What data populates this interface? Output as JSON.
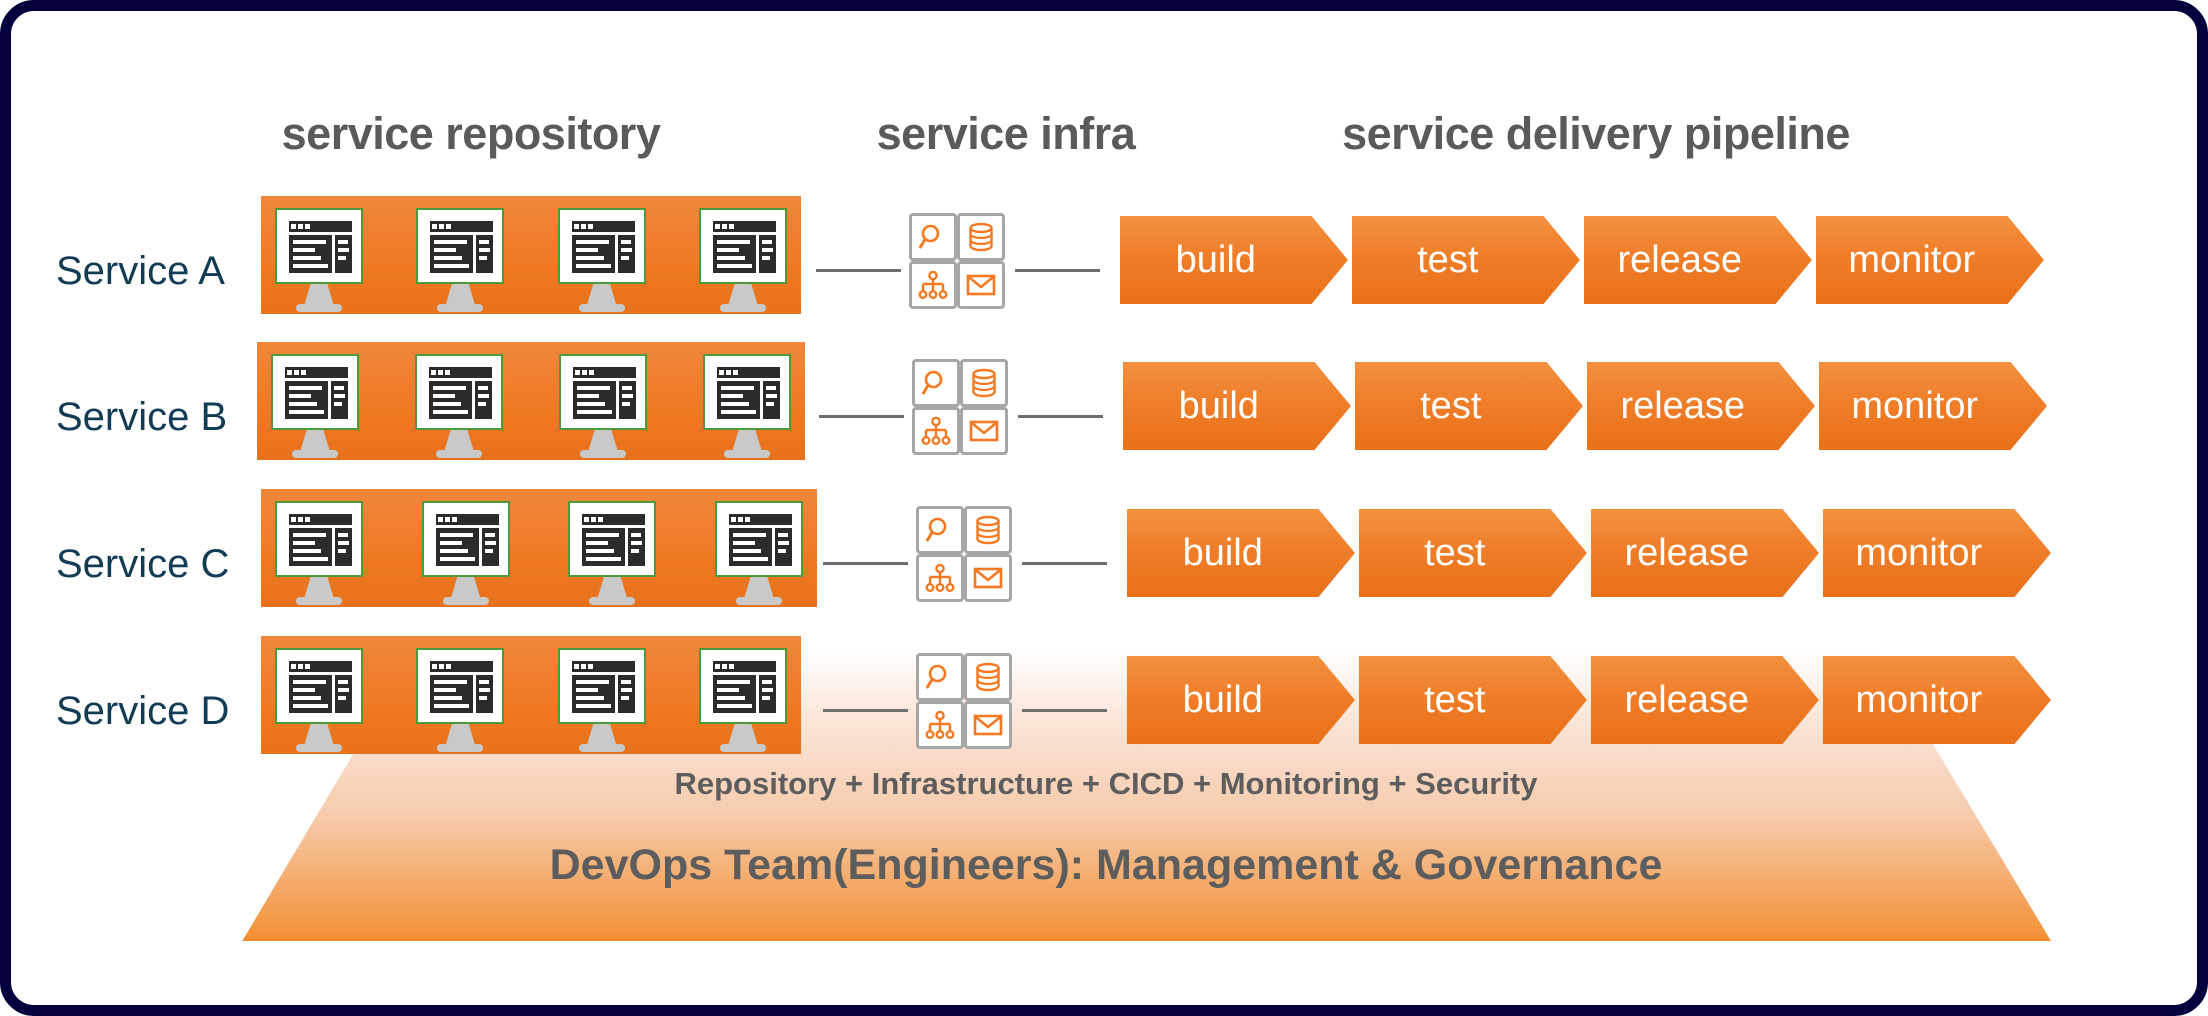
{
  "frame": {
    "border_color": "#04003c",
    "background": "#ffffff"
  },
  "columns": {
    "repository_title": "service repository",
    "infra_title": "service infra",
    "pipeline_title": "service delivery pipeline",
    "title_color": "#5a5a5a"
  },
  "services": [
    {
      "label": "Service A",
      "repository": {
        "monitor_count": 4,
        "band_color": "#ef7a24",
        "monitor_border_color": "#4e9a3a"
      },
      "infra_icons": [
        "search-icon",
        "database-icon",
        "sitemap-icon",
        "mail-icon"
      ],
      "pipeline": [
        "build",
        "test",
        "release",
        "monitor"
      ]
    },
    {
      "label": "Service B",
      "repository": {
        "monitor_count": 4,
        "band_color": "#ef7a24",
        "monitor_border_color": "#4e9a3a"
      },
      "infra_icons": [
        "search-icon",
        "database-icon",
        "sitemap-icon",
        "mail-icon"
      ],
      "pipeline": [
        "build",
        "test",
        "release",
        "monitor"
      ]
    },
    {
      "label": "Service C",
      "repository": {
        "monitor_count": 4,
        "band_color": "#ef7a24",
        "monitor_border_color": "#4e9a3a"
      },
      "infra_icons": [
        "search-icon",
        "database-icon",
        "sitemap-icon",
        "mail-icon"
      ],
      "pipeline": [
        "build",
        "test",
        "release",
        "monitor"
      ]
    },
    {
      "label": "Service D",
      "repository": {
        "monitor_count": 4,
        "band_color": "#ef7a24",
        "monitor_border_color": "#4e9a3a"
      },
      "infra_icons": [
        "search-icon",
        "database-icon",
        "sitemap-icon",
        "mail-icon"
      ],
      "pipeline": [
        "build",
        "test",
        "release",
        "monitor"
      ]
    }
  ],
  "foundation": {
    "capabilities_line": "Repository + Infrastructure + CICD + Monitoring + Security",
    "team_line": "DevOps Team(Engineers): Management & Governance",
    "text_color": "#5d5d5d",
    "gradient_from": "#ffffff",
    "gradient_to": "#f28a2c"
  },
  "palette": {
    "orange": "#ef7a24",
    "orange_light": "#f2913f",
    "navy": "#123c54",
    "gray_text": "#5a5a5a",
    "icon_orange": "#f47920",
    "icon_border_gray": "#a6a6a6"
  }
}
